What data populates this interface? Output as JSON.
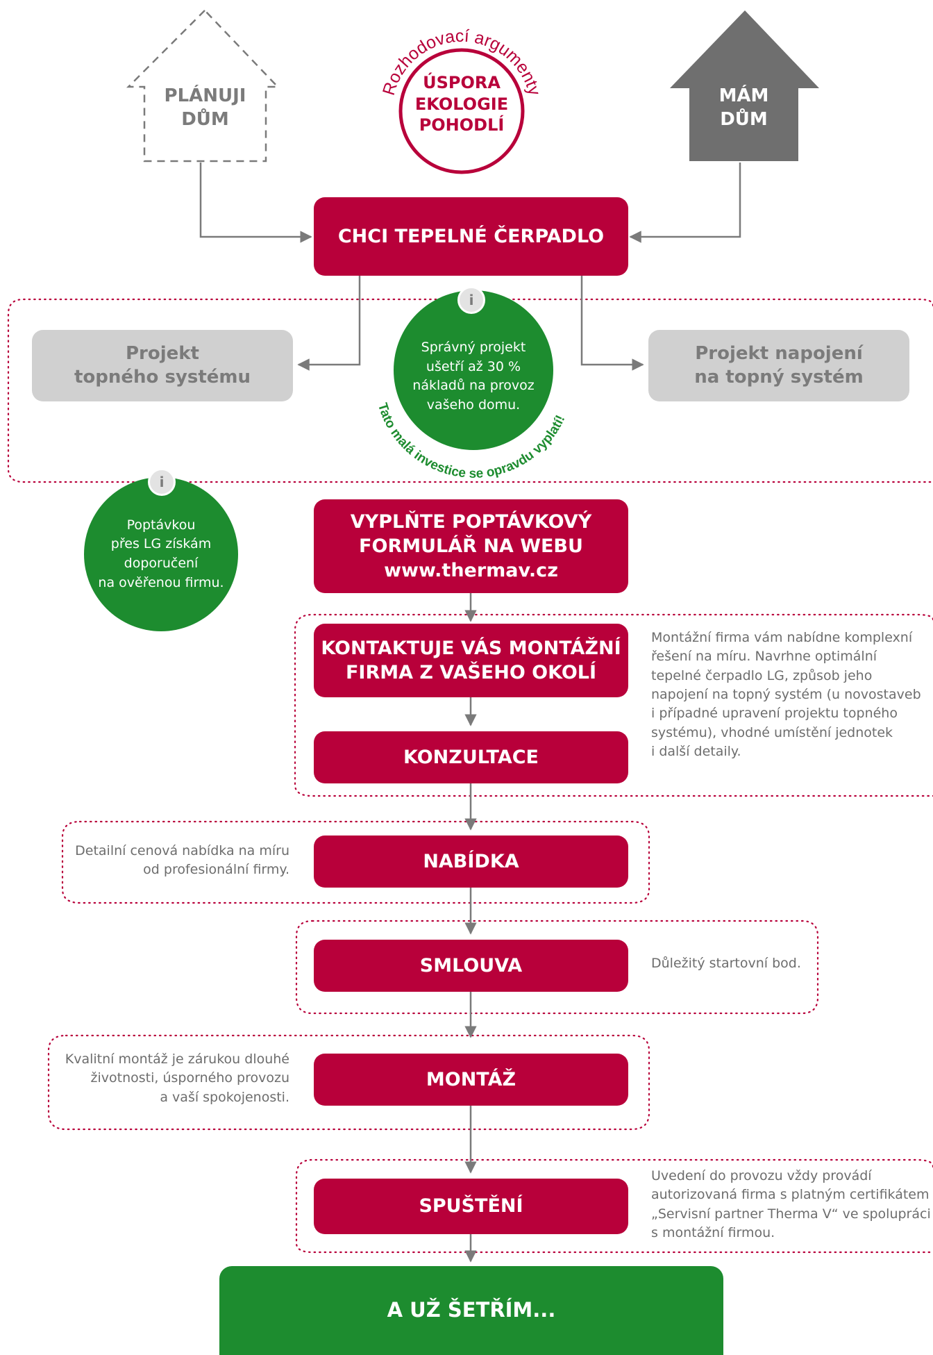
{
  "house_planned": {
    "line1": "PLÁNUJI",
    "line2": "DŮM"
  },
  "house_owned": {
    "line1": "MÁM",
    "line2": "DŮM"
  },
  "decision_stamp": {
    "arc_text": "Rozhodovací argumenty",
    "items": [
      "ÚSPORA",
      "EKOLOGIE",
      "POHODLÍ"
    ]
  },
  "steps": {
    "want_heatpump": "CHCI TEPELNÉ ČERPADLO",
    "fill_form": {
      "line1": "VYPLŇTE POPTÁVKOVÝ",
      "line2": "FORMULÁŘ NA WEBU",
      "line3": "www.thermav.cz"
    },
    "contact": {
      "line1": "KONTAKTUJE VÁS MONTÁŽNÍ",
      "line2": "FIRMA Z VAŠEHO OKOLÍ"
    },
    "consultation": "KONZULTACE",
    "offer": "NABÍDKA",
    "contract": "SMLOUVA",
    "installation": "MONTÁŽ",
    "launch": "SPUŠTĚNÍ",
    "final": "A UŽ ŠETŘÍM..."
  },
  "projects": {
    "heating_system": {
      "line1": "Projekt",
      "line2": "topného systému"
    },
    "connection": {
      "line1": "Projekt napojení",
      "line2": "na topný systém"
    }
  },
  "info_badge": "i",
  "savings_circle": {
    "lines": [
      "Správný projekt",
      "ušetří až 30 %",
      "nákladů na provoz",
      "vašeho domu."
    ],
    "arc_text": "Tato malá investice se opravdu vyplatí!"
  },
  "lg_circle": {
    "lines": [
      "Poptávkou",
      "přes LG získám",
      "doporučení",
      "na ověřenou firmu."
    ]
  },
  "notes": {
    "contact": [
      "Montážní firma vám nabídne komplexní",
      "řešení na míru. Navrhne optimální",
      "tepelné čerpadlo LG, způsob jeho",
      "napojení na topný systém (u novostaveb",
      "i případné upravení projektu topného",
      "systému), vhodné umístění jednotek",
      "i další detaily."
    ],
    "offer": [
      "Detailní cenová nabídka na míru",
      "od profesionální firmy."
    ],
    "contract": [
      "Důležitý startovní bod."
    ],
    "installation": [
      "Kvalitní montáž je zárukou dlouhé",
      "životnosti, úsporného provozu",
      "a vaší spokojenosti."
    ],
    "launch": [
      "Uvedení do provozu vždy provádí",
      "autorizovaná firma s platným certifikátem",
      "„Servisní partner Therma V“ ve spolupráci",
      "s montážní firmou."
    ]
  },
  "colors": {
    "brand_red": "#b8003a",
    "green": "#1d8c2f",
    "grey_box": "#d0d0d0",
    "house_dark": "#6f6f6f",
    "connector": "#7a7a7a"
  }
}
